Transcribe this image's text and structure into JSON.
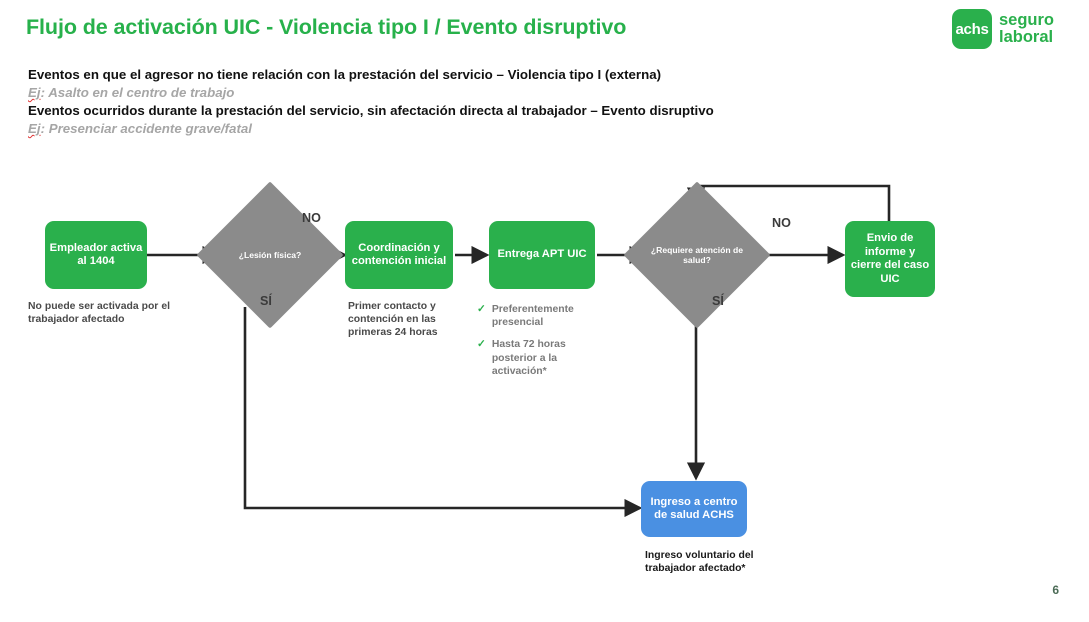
{
  "slide": {
    "title": "Flujo de activación UIC -  Violencia tipo I / Evento disruptivo",
    "page_number": "6",
    "title_color": "#27b14b"
  },
  "logo": {
    "mark_text": "achs",
    "line1": "seguro",
    "line2": "laboral",
    "color": "#2ab04c"
  },
  "intro": {
    "line1": "Eventos en que el agresor no tiene relación con la prestación del servicio – Violencia tipo I (externa)",
    "line2_prefix": "Ej",
    "line2_rest": ": Asalto en el centro de trabajo",
    "line3": "Eventos ocurridos durante la prestación del servicio, sin afectación directa al trabajador – Evento disruptivo",
    "line4_prefix": "Ej",
    "line4_rest": ": Presenciar accidente grave/fatal"
  },
  "flow": {
    "nodes": {
      "empleador": "Empleador activa al 1404",
      "lesion_fisica": "¿Lesión física?",
      "coordinacion": "Coordinación y contención inicial",
      "entrega_apt": "Entrega APT UIC",
      "requiere_atencion": "¿Requiere atención de salud?",
      "envio_informe": "Envio de informe y cierre del caso UIC",
      "ingreso_centro": "Ingreso a centro de salud ACHS"
    },
    "edge_labels": {
      "no_1": "NO",
      "si_1": "SÍ",
      "no_2": "NO",
      "si_2": "SÍ"
    },
    "captions": {
      "empleador": "No puede ser activada por el trabajador afectado",
      "coordinacion": "Primer contacto y contención en las primeras 24 horas",
      "ingreso": "Ingreso voluntario del trabajador afectado*"
    },
    "checklist": [
      "Preferentemente presencial",
      "Hasta 72 horas posterior a la activación*"
    ],
    "colors": {
      "green_node": "#2ab04c",
      "blue_node": "#4a90e2",
      "diamond": "#8b8b8b",
      "connector": "#262626"
    }
  }
}
